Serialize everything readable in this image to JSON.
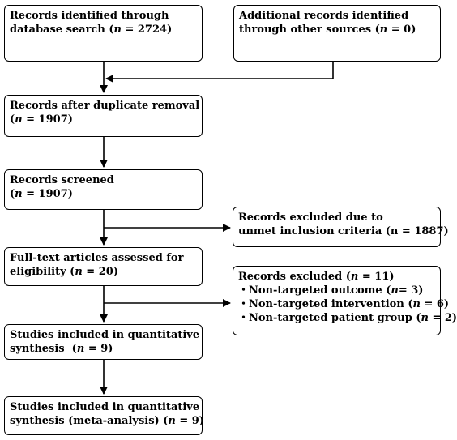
{
  "boxes": {
    "db_search": {
      "lines": [
        {
          "text": "Records identified through"
        },
        {
          "prefix": "database search (",
          "n": "n",
          "suffix": " = 2724)"
        }
      ]
    },
    "other_sources": {
      "lines": [
        {
          "text": "Additional records identified"
        },
        {
          "prefix": "through other sources (",
          "n": "n",
          "suffix": " = 0)"
        }
      ]
    },
    "after_dup": {
      "lines": [
        {
          "text": "Records after duplicate removal"
        },
        {
          "prefix": "(",
          "n": "n",
          "suffix": " = 1907)"
        }
      ]
    },
    "screened": {
      "lines": [
        {
          "text": "Records screened"
        },
        {
          "prefix": "(",
          "n": "n",
          "suffix": " = 1907)"
        }
      ]
    },
    "excluded_criteria": {
      "lines": [
        {
          "text": "Records excluded due to"
        },
        {
          "text": "unmet inclusion criteria (n = 1887)"
        }
      ]
    },
    "fulltext": {
      "lines": [
        {
          "text": "Full-text articles assessed for"
        },
        {
          "prefix": "eligibility (",
          "n": "n",
          "suffix": " = 20)"
        }
      ]
    },
    "excluded_11": {
      "title_prefix": "Records excluded (",
      "title_n": "n",
      "title_suffix": " = 11)",
      "bullets": [
        {
          "prefix": "・Non-targeted outcome (",
          "n": "n",
          "suffix": "= 3)"
        },
        {
          "prefix": "・Non-targeted intervention (",
          "n": "n",
          "suffix": " = 6)"
        },
        {
          "prefix": "・Non-targeted patient group (",
          "n": "n",
          "suffix": " = 2)"
        }
      ]
    },
    "included_quant": {
      "lines": [
        {
          "text": "Studies included in quantitative"
        },
        {
          "prefix": "synthesis  (",
          "n": "n",
          "suffix": " = 9)"
        }
      ]
    },
    "included_meta": {
      "lines": [
        {
          "text": "Studies included in quantitative"
        },
        {
          "prefix": "synthesis (meta-analysis) (",
          "n": "n",
          "suffix": " = 9)"
        }
      ]
    }
  }
}
